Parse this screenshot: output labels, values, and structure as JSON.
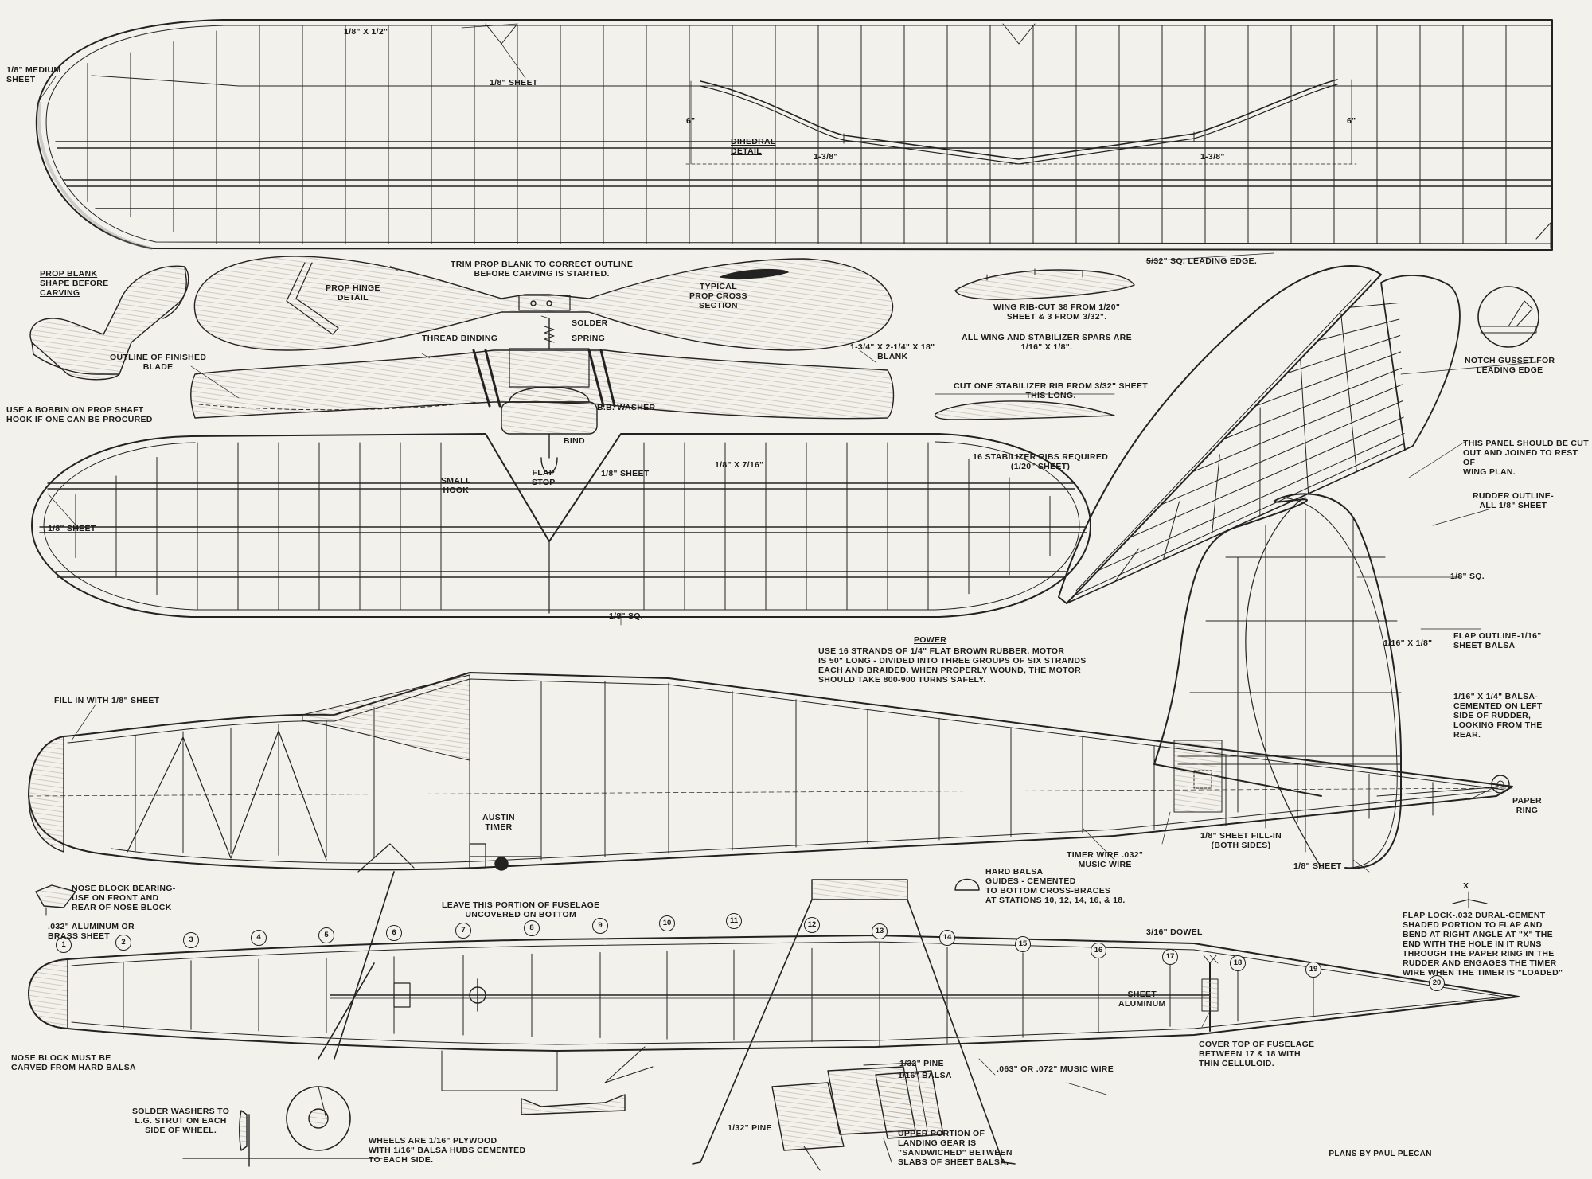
{
  "labels": {
    "medium_sheet": "1/8\" MEDIUM\nSHEET",
    "spar_1_8x1_2": "1/8\" X 1/2\"",
    "sheet_1_8_top": "1/8\" SHEET",
    "dihedral_6_left": "6\"",
    "dihedral_6_right": "6\"",
    "dihedral_title": "DIHEDRAL\nDETAIL",
    "dihedral_1_3_8_left": "1-3/8\"",
    "dihedral_1_3_8_right": "1-3/8\"",
    "leading_edge": "5/32\" SQ. LEADING EDGE.",
    "prop_blank_shape": "PROP BLANK\nSHAPE BEFORE\nCARVING",
    "trim_prop": "TRIM PROP BLANK TO CORRECT OUTLINE\nBEFORE CARVING IS STARTED.",
    "prop_hinge": "PROP HINGE\nDETAIL",
    "typical_prop": "TYPICAL\nPROP CROSS\nSECTION",
    "solder": "SOLDER",
    "spring": "SPRING",
    "thread_binding": "THREAD BINDING",
    "blank": "1-3/4\" X 2-1/4\" X 18\"\nBLANK",
    "outline_finished": "OUTLINE OF FINISHED\nBLADE",
    "use_bobbin": "USE A BOBBIN ON PROP SHAFT\nHOOK IF ONE CAN BE PROCURED",
    "bb_washer": "B.B. WASHER",
    "bind": "BIND",
    "wing_rib": "WING RIB-CUT 38 FROM 1/20\"\nSHEET & 3 FROM 3/32\".",
    "all_spars": "ALL WING AND STABILIZER SPARS ARE\n1/16\" X 1/8\".",
    "cut_stab_rib": "CUT ONE STABILIZER RIB FROM 3/32\" SHEET\nTHIS LONG.",
    "sixteen_ribs": "16 STABILIZER RIBS REQUIRED\n(1/20\" SHEET)",
    "notch_gusset": "NOTCH GUSSET FOR\nLEADING EDGE",
    "this_panel": "THIS PANEL SHOULD BE CUT\nOUT AND JOINED TO REST OF\nWING PLAN.",
    "small_hook": "SMALL\nHOOK",
    "flap_stop": "FLAP\nSTOP",
    "sheet_1_8_stab": "1/8\" SHEET",
    "spar_1_8x7_16": "1/8\" X 7/16\"",
    "sheet_1_8_left": "1/8\" SHEET",
    "sq_1_8_stab": "1/8\" SQ.",
    "rudder_outline": "RUDDER OUTLINE-\nALL 1/8\" SHEET",
    "rudder_sq": "1/8\" SQ.",
    "rudder_1_16x1_8": "1/16\" X 1/8\"",
    "flap_outline": "FLAP OUTLINE-1/16\"\nSHEET BALSA",
    "balsa_cemented": "1/16\" X 1/4\" BALSA-\nCEMENTED ON LEFT\nSIDE OF RUDDER,\nLOOKING FROM THE\nREAR.",
    "paper_ring": "PAPER\nRING",
    "power_title": "POWER",
    "power_text": "USE 16 STRANDS OF 1/4\" FLAT BROWN RUBBER. MOTOR\nIS 50\" LONG - DIVIDED INTO THREE GROUPS OF SIX STRANDS\nEACH AND BRAIDED. WHEN PROPERLY WOUND, THE MOTOR\nSHOULD TAKE 800-900 TURNS SAFELY.",
    "fill_in": "FILL IN WITH 1/8\" SHEET",
    "austin_timer": "AUSTIN\nTIMER",
    "timer_wire": "TIMER WIRE .032\"\nMUSIC WIRE",
    "sheet_fill_in": "1/8\" SHEET FILL-IN\n(BOTH SIDES)",
    "sheet_1_8_fus": "1/8\" SHEET",
    "hard_balsa_guides": "HARD BALSA\nGUIDES - CEMENTED\nTO BOTTOM CROSS-BRACES\nAT STATIONS 10, 12, 14, 16, & 18.",
    "nose_block_bearing": "NOSE BLOCK BEARING-\nUSE ON FRONT AND\nREAR OF NOSE BLOCK",
    "aluminum_brass": ".032\" ALUMINUM OR\nBRASS SHEET",
    "leave_portion": "LEAVE THIS PORTION OF FUSELAGE\nUNCOVERED ON BOTTOM",
    "dowel": "3/16\" DOWEL",
    "sheet_aluminum": "SHEET\nALUMINUM",
    "flap_lock": "FLAP LOCK-.032 DURAL-CEMENT\nSHADED PORTION TO FLAP AND\nBEND AT RIGHT ANGLE AT \"X\" THE\nEND WITH THE HOLE IN IT RUNS\nTHROUGH THE PAPER RING IN THE\nRUDDER AND ENGAGES THE TIMER\nWIRE WHEN THE TIMER IS \"LOADED\"",
    "nose_block_hard": "NOSE BLOCK MUST BE\nCARVED FROM HARD BALSA",
    "cover_top": "COVER TOP OF FUSELAGE\nBETWEEN 17 & 18 WITH\nTHIN CELLULOID.",
    "pine_1_32_top": "1/32\" PINE",
    "balsa_1_16": "1/16\" BALSA",
    "music_wire": ".063\" OR .072\" MUSIC WIRE",
    "pine_1_32_left": "1/32\" PINE",
    "upper_portion": "UPPER PORTION OF\nLANDING GEAR IS\n\"SANDWICHED\" BETWEEN\nSLABS OF SHEET BALSA.",
    "solder_washers": "SOLDER WASHERS TO\nL.G. STRUT ON EACH\nSIDE OF WHEEL.",
    "wheels": "WHEELS ARE 1/16\" PLYWOOD\nWITH 1/16\" BALSA HUBS CEMENTED\nTO EACH SIDE.",
    "x_mark": "X",
    "credit": "— PLANS BY PAUL PLECAN —"
  },
  "stations": [
    "1",
    "2",
    "3",
    "4",
    "5",
    "6",
    "7",
    "8",
    "9",
    "10",
    "11",
    "12",
    "13",
    "14",
    "15",
    "16",
    "17",
    "18",
    "19",
    "20"
  ]
}
